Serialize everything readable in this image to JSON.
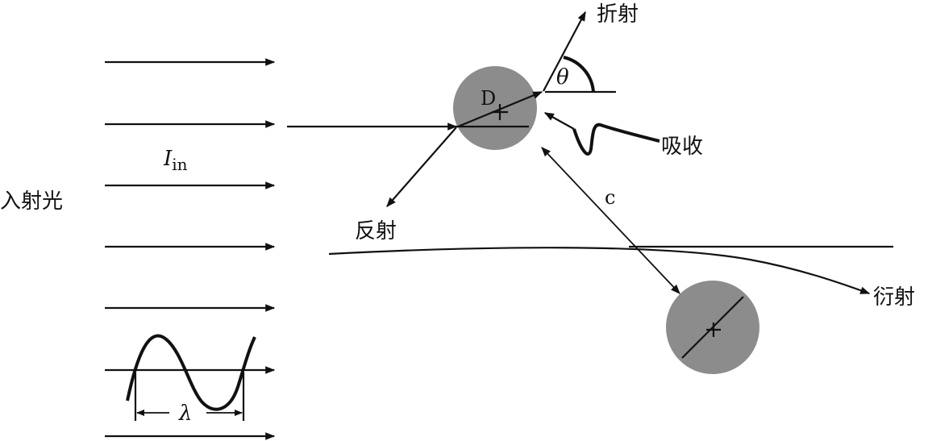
{
  "labels": {
    "incident_light": "入射光",
    "intensity_symbol": "I",
    "intensity_subscript": "in",
    "wavelength": "λ",
    "diameter": "D",
    "angle": "θ",
    "refraction": "折射",
    "absorption": "吸收",
    "reflection": "反射",
    "diffraction": "衍射",
    "distance": "c"
  },
  "colors": {
    "particle": "#8c8c8c",
    "line": "#111111",
    "background": "#ffffff"
  },
  "incident_ray_count": 7
}
